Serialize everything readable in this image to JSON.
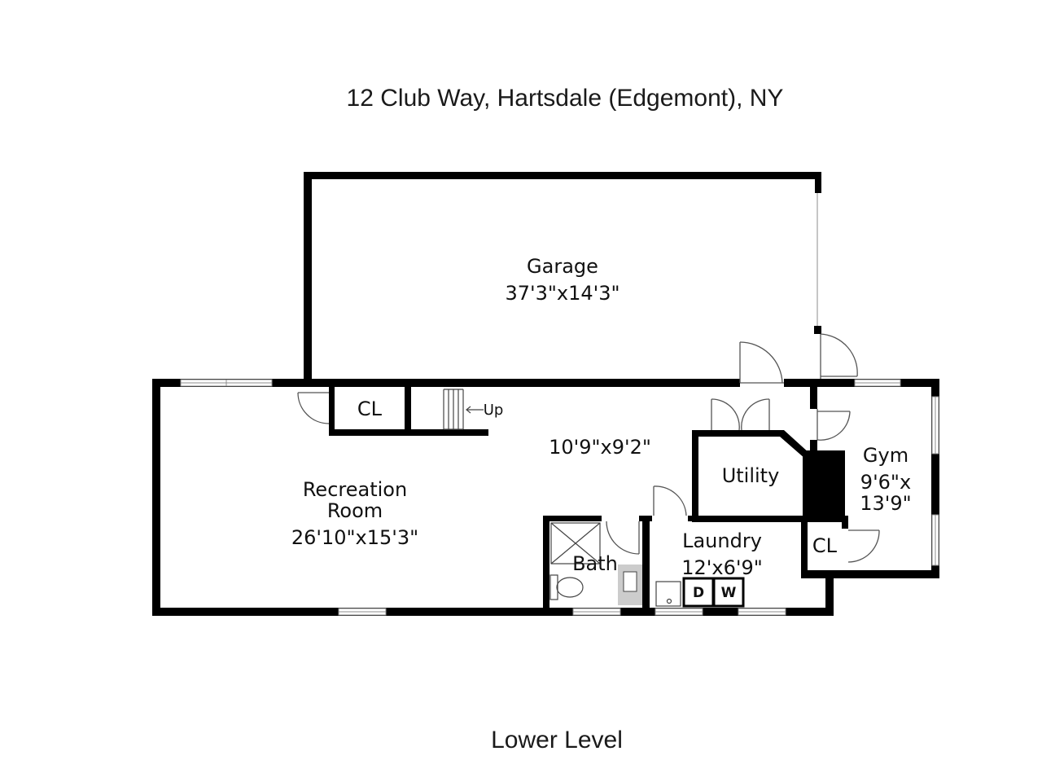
{
  "header": {
    "address": "12 Club Way, Hartsdale (Edgemont), NY"
  },
  "footer": {
    "level": "Lower Level"
  },
  "rooms": {
    "garage": {
      "name": "Garage",
      "size": "37'3\"x14'3\""
    },
    "recreation": {
      "name_line1": "Recreation",
      "name_line2": "Room",
      "size": "26'10\"x15'3\""
    },
    "hall": {
      "size": "10'9\"x9'2\""
    },
    "closet_left": {
      "name": "CL"
    },
    "stairs": {
      "label": "Up"
    },
    "utility": {
      "name": "Utility"
    },
    "gym": {
      "name": "Gym",
      "size_line1": "9'6\"x",
      "size_line2": "13'9\""
    },
    "laundry": {
      "name": "Laundry",
      "size": "12'x6'9\""
    },
    "closet_right": {
      "name": "CL"
    },
    "bath": {
      "name": "Bath"
    }
  },
  "appliances": {
    "dryer": "D",
    "washer": "W"
  },
  "colors": {
    "wall": "#000000",
    "background": "#ffffff",
    "window": "#8c8c8c"
  }
}
